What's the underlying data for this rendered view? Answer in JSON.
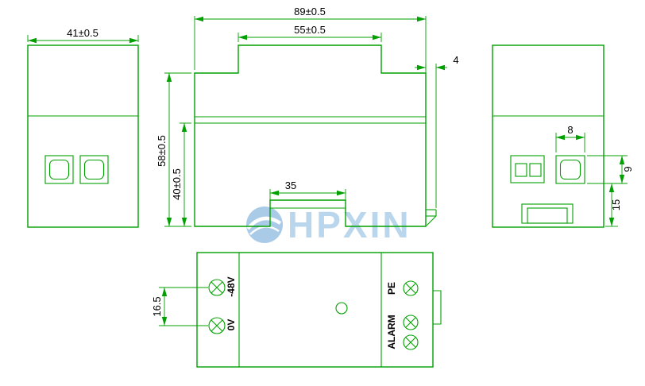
{
  "drawing": {
    "type": "technical-dimension-drawing",
    "views": [
      "front-view",
      "side-profile-view",
      "rear-view",
      "bottom-view"
    ]
  },
  "colors": {
    "line": "#00a000",
    "text": "#000000",
    "watermark": "#aecfeb",
    "background": "#ffffff"
  },
  "dimensions": {
    "front_width": "41±0.5",
    "overall_width": "89±0.5",
    "top_width": "55±0.5",
    "overall_height": "58±0.5",
    "body_height": "40±0.5",
    "rail_slot_width": "35",
    "clip_protrusion": "4",
    "button_width": "8",
    "button_height": "9",
    "bottom_offset": "15",
    "terminal_spacing": "16.5"
  },
  "terminals": {
    "neg48v": "-48V",
    "zero": "0V",
    "pe": "PE",
    "alarm": "ALARM"
  },
  "watermark": {
    "text": "HPXIN"
  }
}
